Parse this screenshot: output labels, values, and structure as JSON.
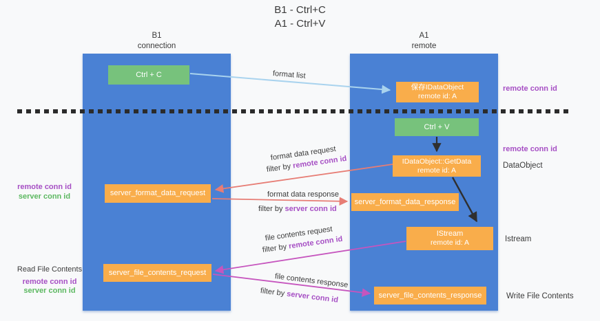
{
  "title": {
    "line1": "B1 - Ctrl+C",
    "line2": "A1 - Ctrl+V"
  },
  "lanes": {
    "left": {
      "name": "B1",
      "role": "connection"
    },
    "right": {
      "name": "A1",
      "role": "remote"
    }
  },
  "nodes": {
    "ctrl_c": {
      "label": "Ctrl + C"
    },
    "ctrl_v": {
      "label": "Ctrl + V"
    },
    "save_dataobject": {
      "line1": "保存IDataObject",
      "line2": "remote id: A"
    },
    "getdata": {
      "line1": "IDataObject::GetData",
      "line2": "remote id: A"
    },
    "istream": {
      "line1": "IStream",
      "line2": "remote id: A"
    },
    "format_request": {
      "label": "server_format_data_request"
    },
    "format_response": {
      "label": "server_format_data_response"
    },
    "file_request": {
      "label": "server_file_contents_request"
    },
    "file_response": {
      "label": "server_file_contents_response"
    }
  },
  "arrows": {
    "format_list": {
      "label": "format list"
    },
    "format_data_request": {
      "label": "format data request",
      "filter_prefix": "filter by",
      "filter_key": "remote conn id"
    },
    "format_data_response": {
      "label": "format data response",
      "filter_prefix": "filter by",
      "filter_key": "server conn id"
    },
    "file_contents_request": {
      "label": "file contents request",
      "filter_prefix": "filter by",
      "filter_key": "remote conn id"
    },
    "file_contents_response": {
      "label": "file contents response",
      "filter_prefix": "filter by",
      "filter_key": "server conn id"
    }
  },
  "side_labels": {
    "top_right_conn": "remote conn id",
    "mid_right_conn": "remote conn id",
    "dataobject": "DataObject",
    "istream": "Istream",
    "left_mid": {
      "remote": "remote conn id",
      "server": "server conn id"
    },
    "read_file": "Read File Contents",
    "left_bottom": {
      "remote": "remote conn id",
      "server": "server conn id"
    },
    "write_file": "Write File Contents"
  },
  "colors": {
    "lane_blue": "#4a81d4",
    "node_orange": "#f9ad4b",
    "node_green": "#77c27c",
    "arrow_salmon": "#e77d75",
    "arrow_magenta": "#c655be",
    "arrow_lightblue": "#a9d3ee",
    "arrow_black": "#2f2f2f",
    "text_purple": "#a64fc4",
    "text_green": "#5cb860",
    "background": "#f8f9fa"
  }
}
